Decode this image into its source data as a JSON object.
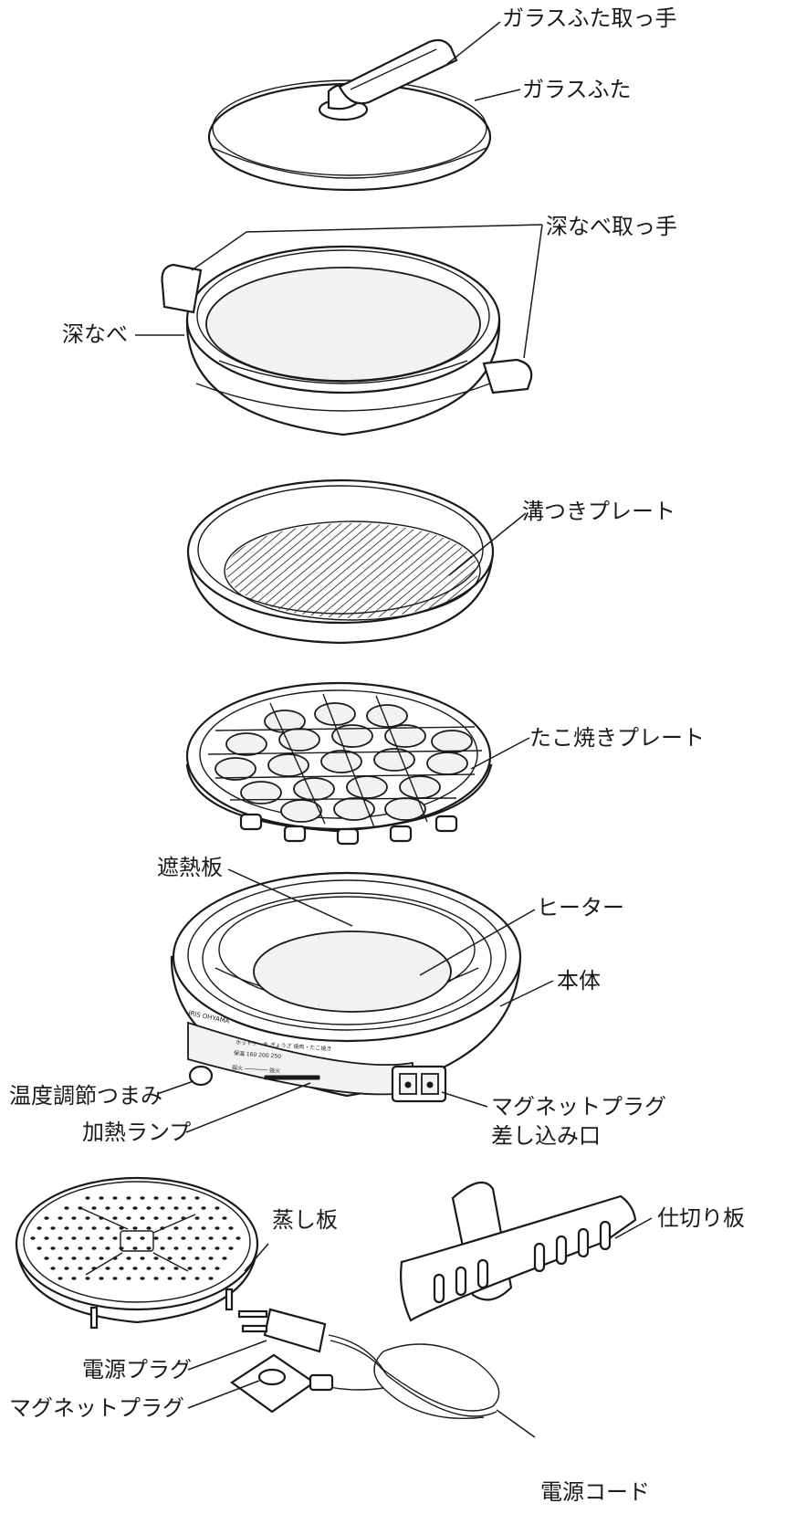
{
  "labels": {
    "glass_lid_handle": "ガラスふた取っ手",
    "glass_lid": "ガラスふた",
    "deep_pot_handles": "深なべ取っ手",
    "deep_pot": "深なべ",
    "grooved_plate": "溝つきプレート",
    "takoyaki_plate": "たこ焼きプレート",
    "heat_shield": "遮熱板",
    "heater": "ヒーター",
    "main_body": "本体",
    "temp_knob": "温度調節つまみ",
    "heating_lamp": "加熱ランプ",
    "magnet_plug_socket_line1": "マグネットプラグ",
    "magnet_plug_socket_line2": "差し込み口",
    "steam_plate": "蒸し板",
    "divider": "仕切り板",
    "power_plug": "電源プラグ",
    "magnet_plug": "マグネットプラグ",
    "power_cord": "電源コード"
  },
  "panel": {
    "brand": "IRIS OHYAMA",
    "row1": "ホットケーキ  ぎょうざ  焼肉・たこ焼き",
    "row2": "保温  160   200   250",
    "row3": "弱火 ─────── 強火"
  }
}
